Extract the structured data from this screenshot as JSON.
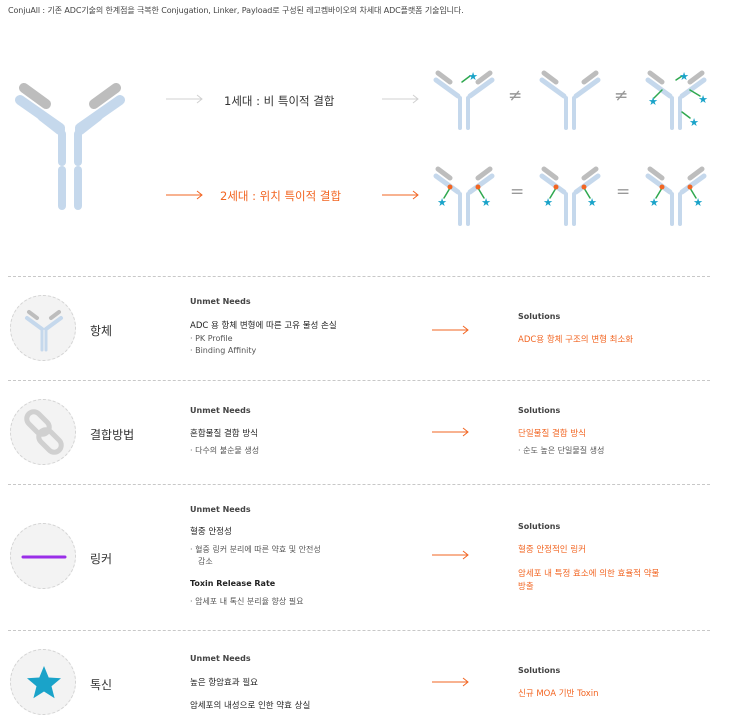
{
  "intro": "ConjuAll : 기존 ADC기술의 한계점을 극복한 Conjugation, Linker, Payload로 구성된 레고켐바이오의 차세대 ADC플랫폼 기술입니다.",
  "generations": {
    "gen1_label": "1세대 : 비 특이적 결합",
    "gen2_label": "2세대 : 위치 특이적 결합",
    "not_equal": "≠",
    "equal": "="
  },
  "colors": {
    "accent": "#f26522",
    "antibody": "#c5d8ec",
    "antibody_arm": "#bdbdbd",
    "star": "#1aa3c9",
    "linker": "#9a2ee8"
  },
  "rows": [
    {
      "icon": "antibody-icon",
      "label": "항체",
      "unmet_title": "Unmet Needs",
      "unmet_main": "ADC 용 항체 변형에 따른 고유 물성 손실",
      "unmet_subs": [
        "· PK Profile",
        "· Binding Affinity"
      ],
      "solutions_title": "Solutions",
      "solutions": [
        "ADC용 항체 구조의 변형 최소화"
      ],
      "solution_subs": []
    },
    {
      "icon": "chain-link-icon",
      "label": "결합방법",
      "unmet_title": "Unmet Needs",
      "unmet_main": "혼합물질 결합 방식",
      "unmet_subs": [
        "· 다수의 불순물 생성"
      ],
      "solutions_title": "Solutions",
      "solutions": [
        "단일물질 결합 방식"
      ],
      "solution_subs": [
        "· 순도 높은 단일물질 생성"
      ]
    },
    {
      "icon": "linker-line-icon",
      "label": "링커",
      "unmet_title": "Unmet Needs",
      "unmet_main": "혈중 안정성",
      "unmet_subs": [
        "· 혈중 링커 분리에 따른 약효 및 안전성",
        "감소"
      ],
      "unmet_main2": "Toxin Release Rate",
      "unmet_subs2": [
        "· 암세포 내 톡신 분리율 향상 필요"
      ],
      "solutions_title": "Solutions",
      "solutions": [
        "혈중 안정적인 링커",
        "암세포 내 특정 효소에 의한 효율적 약물",
        "방출"
      ],
      "solution_subs": []
    },
    {
      "icon": "star-icon",
      "label": "톡신",
      "unmet_title": "Unmet Needs",
      "unmet_main": "높은 항암효과 필요",
      "unmet_main_b": "암세포의 내성으로 인한 약효 상실",
      "unmet_subs": [],
      "solutions_title": "Solutions",
      "solutions": [
        "신규 MOA 기반 Toxin"
      ],
      "solution_subs": []
    }
  ]
}
